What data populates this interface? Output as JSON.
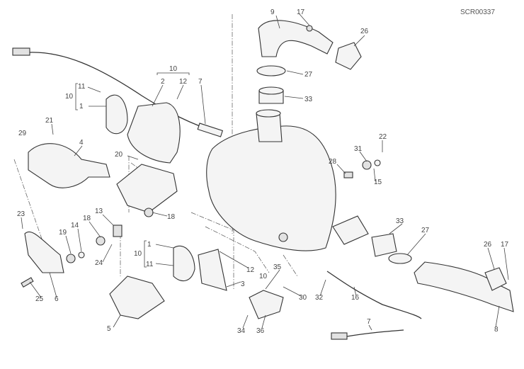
{
  "drawing_code": "SCR00337",
  "callouts": [
    {
      "text": "9"
    },
    {
      "text": "17"
    },
    {
      "text": "26"
    },
    {
      "text": "27"
    },
    {
      "text": "33"
    },
    {
      "text": "10"
    },
    {
      "text": "2"
    },
    {
      "text": "12"
    },
    {
      "text": "7"
    },
    {
      "text": "11"
    },
    {
      "text": "10"
    },
    {
      "text": "1"
    },
    {
      "text": "21"
    },
    {
      "text": "29"
    },
    {
      "text": "4"
    },
    {
      "text": "20"
    },
    {
      "text": "22"
    },
    {
      "text": "31"
    },
    {
      "text": "28"
    },
    {
      "text": "15"
    },
    {
      "text": "23"
    },
    {
      "text": "13"
    },
    {
      "text": "18"
    },
    {
      "text": "14"
    },
    {
      "text": "19"
    },
    {
      "text": "18"
    },
    {
      "text": "24"
    },
    {
      "text": "25"
    },
    {
      "text": "6"
    },
    {
      "text": "5"
    },
    {
      "text": "10"
    },
    {
      "text": "1"
    },
    {
      "text": "11"
    },
    {
      "text": "12"
    },
    {
      "text": "3"
    },
    {
      "text": "10"
    },
    {
      "text": "35"
    },
    {
      "text": "30"
    },
    {
      "text": "32"
    },
    {
      "text": "16"
    },
    {
      "text": "34"
    },
    {
      "text": "36"
    },
    {
      "text": "33"
    },
    {
      "text": "27"
    },
    {
      "text": "26"
    },
    {
      "text": "17"
    },
    {
      "text": "8"
    },
    {
      "text": "7"
    }
  ]
}
